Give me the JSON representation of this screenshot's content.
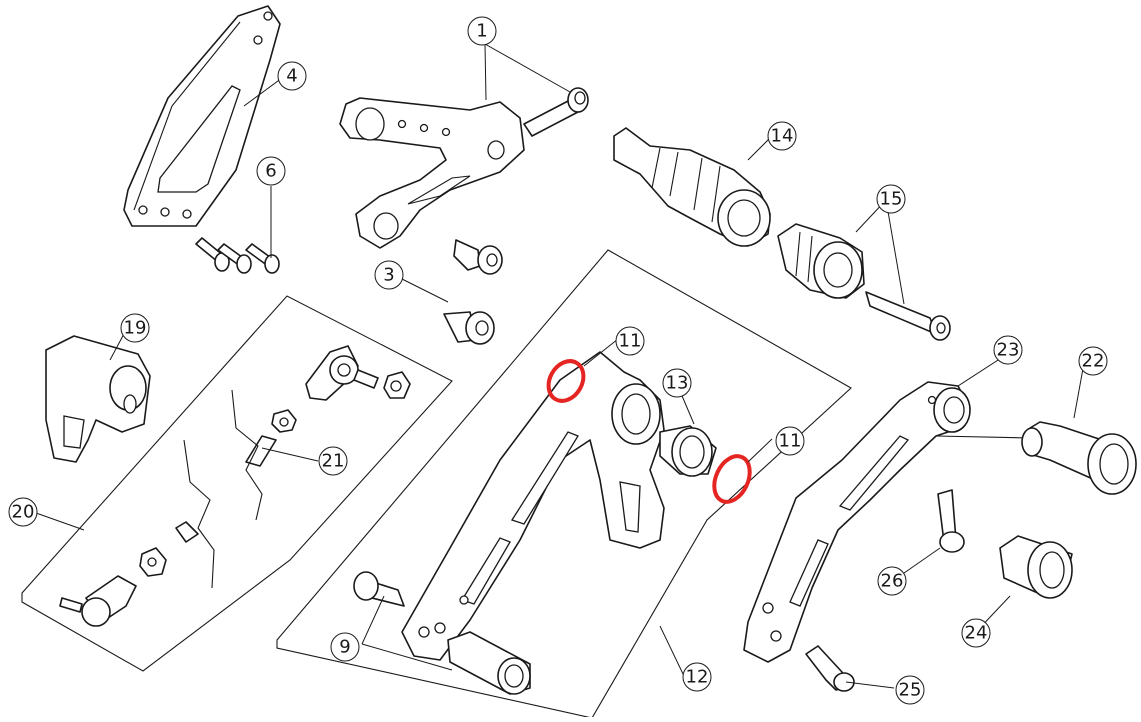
{
  "diagram": {
    "highlight_color": "#e52521",
    "line_color": "#1a1a1a",
    "callouts": [
      "1",
      "3",
      "4",
      "6",
      "9",
      "11",
      "11",
      "12",
      "13",
      "14",
      "15",
      "19",
      "20",
      "21",
      "22",
      "23",
      "24",
      "25",
      "26"
    ]
  }
}
